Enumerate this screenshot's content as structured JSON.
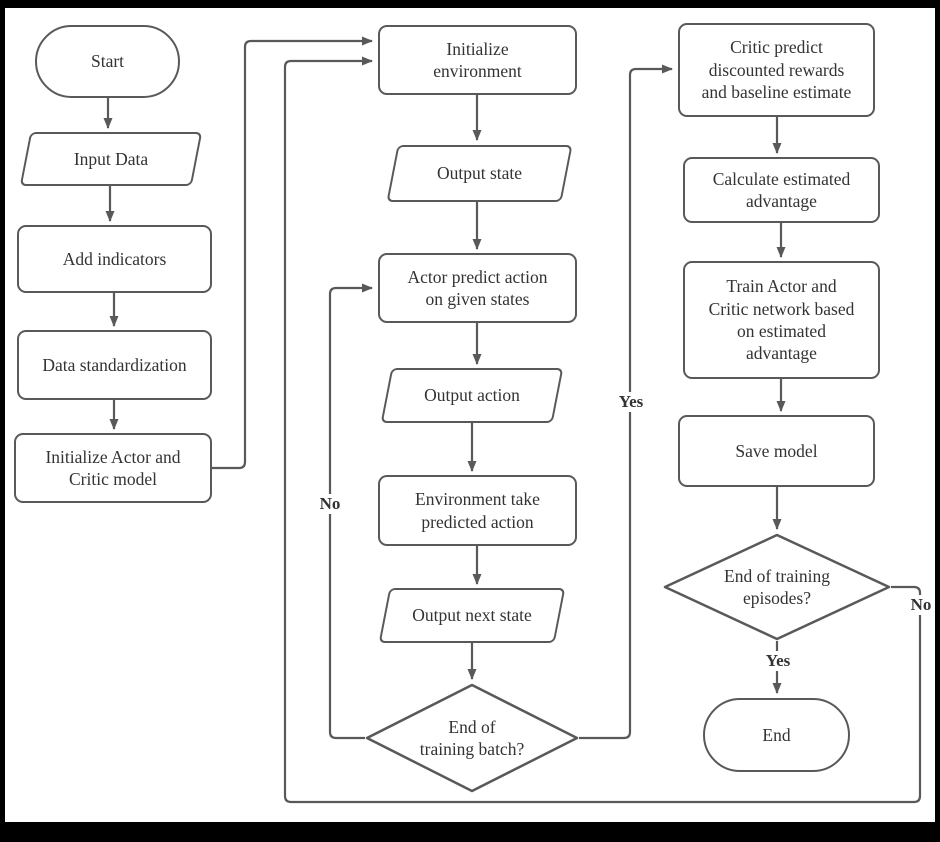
{
  "colors": {
    "stroke": "#595959",
    "text": "#333333",
    "canvas": "#ffffff",
    "frame": "#000000"
  },
  "nodes": {
    "start": {
      "label": "Start",
      "shape": "terminator"
    },
    "input_data": {
      "label": "Input Data",
      "shape": "parallelogram"
    },
    "add_indicators": {
      "label": "Add indicators",
      "shape": "process"
    },
    "data_standardization": {
      "label": "Data standardization",
      "shape": "process"
    },
    "init_actor_critic": {
      "label": "Initialize Actor and\nCritic model",
      "shape": "process"
    },
    "init_env": {
      "label": "Initialize\nenvironment",
      "shape": "process"
    },
    "output_state": {
      "label": "Output state",
      "shape": "parallelogram"
    },
    "actor_predict": {
      "label": "Actor predict action\non given states",
      "shape": "process"
    },
    "output_action": {
      "label": "Output action",
      "shape": "parallelogram"
    },
    "env_take_action": {
      "label": "Environment take\npredicted action",
      "shape": "process"
    },
    "output_next_state": {
      "label": "Output next state",
      "shape": "parallelogram"
    },
    "end_of_batch": {
      "label": "End of\ntraining batch?",
      "shape": "decision"
    },
    "critic_predict": {
      "label": "Critic predict\ndiscounted rewards\nand baseline estimate",
      "shape": "process"
    },
    "calc_advantage": {
      "label": "Calculate estimated\nadvantage",
      "shape": "process"
    },
    "train_network": {
      "label": "Train Actor and\nCritic network based\non estimated\nadvantage",
      "shape": "process"
    },
    "save_model": {
      "label": "Save model",
      "shape": "process"
    },
    "end_of_episodes": {
      "label": "End of training\nepisodes?",
      "shape": "decision"
    },
    "end": {
      "label": "End",
      "shape": "terminator"
    }
  },
  "edge_labels": {
    "batch_no": "No",
    "batch_yes": "Yes",
    "episodes_no": "No",
    "episodes_yes": "Yes"
  }
}
